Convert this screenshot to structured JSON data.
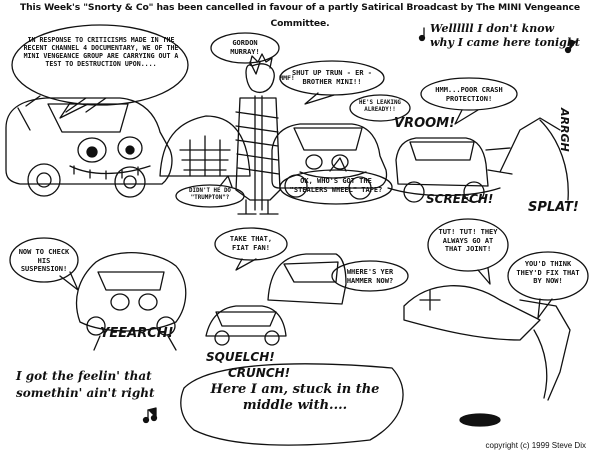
{
  "banner": "This Week's \"Snorty & Co\" has been cancelled in favour of a partly Satirical Broadcast by The MINI Vengeance Committee.",
  "bubbles": {
    "intro": "In response to criticisms made in the recent Channel 4 documentary, we of the MINI Vengeance Group are carrying out a test to destruction upon....",
    "gordon": "Gordon Murray!",
    "mmf": "MMF!",
    "shut_up": "Shut up Trun - er - Brother Mini!!",
    "leaking": "He's leaking already!!",
    "trumpton": "Didn't he do \"Trumpton\"?",
    "stealers": "OK, who's got the \"Stealers Wheel\" tape?",
    "crash": "Hmm...poor crash protection!",
    "check": "Now to check his suspension!",
    "fiat": "Take that, Fiat fan!",
    "hammer": "Where's yer hammer now?",
    "tut": "Tut! Tut! They always go at that joint!",
    "fix": "You'd think they'd fix that by now!"
  },
  "song": {
    "line1": "Wellllll I don't know why I came here tonight",
    "line2": "I got the feelin' that somethin' ain't right",
    "line3": "Here I am, stuck in the middle with...."
  },
  "sfx": {
    "vroom": "VROOM!",
    "screech": "SCREECH!",
    "argh": "ARRGH",
    "splat": "SPLAT!",
    "yeearch": "YEEARCH!",
    "squelch": "SQUELCH!",
    "crunch": "CRUNCH!"
  },
  "copyright": "copyright (c) 1999 Steve Dix"
}
